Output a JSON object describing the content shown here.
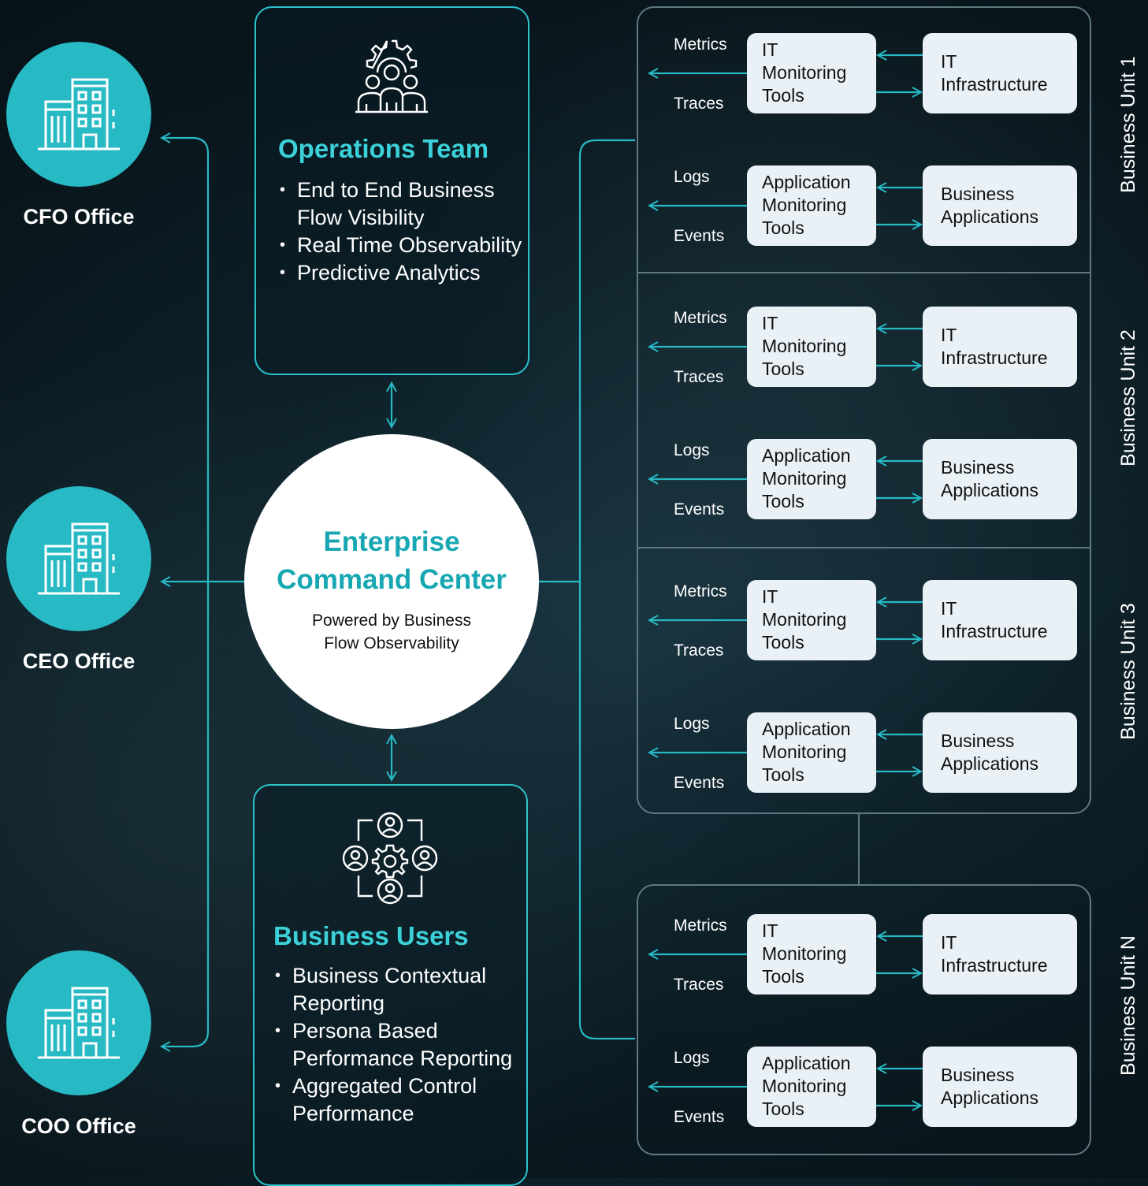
{
  "offices": [
    {
      "label": "CFO Office",
      "icon": "office-building-icon"
    },
    {
      "label": "CEO Office",
      "icon": "office-building-icon"
    },
    {
      "label": "COO Office",
      "icon": "office-building-icon"
    }
  ],
  "operations_team": {
    "title": "Operations Team",
    "icon": "team-gear-icon",
    "items": [
      "End to End Business Flow Visibility",
      "Real Time Observability",
      "Predictive Analytics"
    ]
  },
  "business_users": {
    "title": "Business Users",
    "icon": "users-network-gear-icon",
    "items": [
      "Business Contextual Reporting",
      "Persona Based Performance Reporting",
      "Aggregated Control Performance"
    ]
  },
  "hub": {
    "title_line1": "Enterprise",
    "title_line2": "Command Center",
    "subtitle_line1": "Powered by Business",
    "subtitle_line2": "Flow Observability"
  },
  "business_units": [
    {
      "name": "Business Unit 1",
      "rows": [
        {
          "signal_top": "Metrics",
          "signal_bottom": "Traces",
          "tool": [
            "IT",
            "Monitoring",
            "Tools"
          ],
          "system": [
            "IT",
            "Infrastructure"
          ]
        },
        {
          "signal_top": "Logs",
          "signal_bottom": "Events",
          "tool": [
            "Application",
            "Monitoring",
            "Tools"
          ],
          "system": [
            "Business",
            "Applications"
          ]
        }
      ]
    },
    {
      "name": "Business Unit 2",
      "rows": [
        {
          "signal_top": "Metrics",
          "signal_bottom": "Traces",
          "tool": [
            "IT",
            "Monitoring",
            "Tools"
          ],
          "system": [
            "IT",
            "Infrastructure"
          ]
        },
        {
          "signal_top": "Logs",
          "signal_bottom": "Events",
          "tool": [
            "Application",
            "Monitoring",
            "Tools"
          ],
          "system": [
            "Business",
            "Applications"
          ]
        }
      ]
    },
    {
      "name": "Business Unit 3",
      "rows": [
        {
          "signal_top": "Metrics",
          "signal_bottom": "Traces",
          "tool": [
            "IT",
            "Monitoring",
            "Tools"
          ],
          "system": [
            "IT",
            "Infrastructure"
          ]
        },
        {
          "signal_top": "Logs",
          "signal_bottom": "Events",
          "tool": [
            "Application",
            "Monitoring",
            "Tools"
          ],
          "system": [
            "Business",
            "Applications"
          ]
        }
      ]
    },
    {
      "name": "Business Unit N",
      "rows": [
        {
          "signal_top": "Metrics",
          "signal_bottom": "Traces",
          "tool": [
            "IT",
            "Monitoring",
            "Tools"
          ],
          "system": [
            "IT",
            "Infrastructure"
          ]
        },
        {
          "signal_top": "Logs",
          "signal_bottom": "Events",
          "tool": [
            "Application",
            "Monitoring",
            "Tools"
          ],
          "system": [
            "Business",
            "Applications"
          ]
        }
      ]
    }
  ],
  "colors": {
    "accent": "#27b9c4",
    "accent_text": "#3cd0d8",
    "hub_title": "#17a7b2",
    "box_fill": "#eaf1f6",
    "frame_border": "#5f7882",
    "background": "#10262f"
  }
}
